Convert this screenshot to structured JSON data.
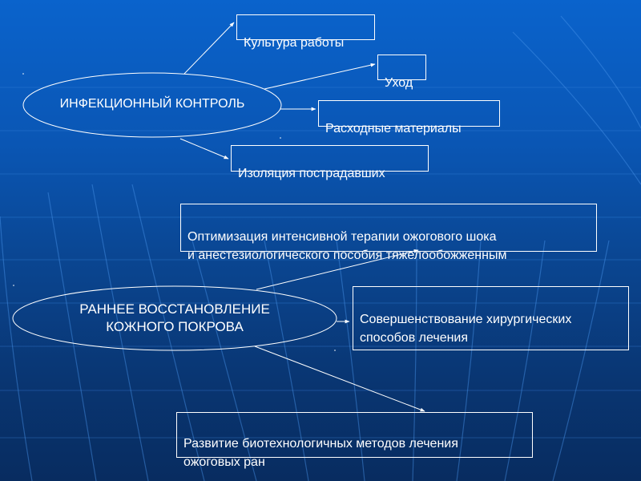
{
  "colors": {
    "background_top": "#0a63cc",
    "background_bottom": "#082c60",
    "line_color": "#ffffff",
    "text_color": "#ffffff"
  },
  "section1": {
    "center_node": {
      "label": "ИНФЕКЦИОННЫЙ КОНТРОЛЬ"
    },
    "branches": [
      {
        "label": "Культура работы"
      },
      {
        "label": "Уход"
      },
      {
        "label": "Расходные материалы"
      },
      {
        "label": "Изоляция пострадавших"
      }
    ]
  },
  "section2": {
    "center_node": {
      "label": "РАННЕЕ ВОССТАНОВЛЕНИЕ\nКОЖНОГО ПОКРОВА"
    },
    "branches": [
      {
        "label": "Оптимизация интенсивной терапии ожогового шока\nи анестезиологического пособия тяжелообожженным"
      },
      {
        "label": "Совершенствование хирургических\nспособов лечения"
      },
      {
        "label": "Развитие биотехнологичных методов лечения\n ожоговых ран"
      }
    ]
  }
}
